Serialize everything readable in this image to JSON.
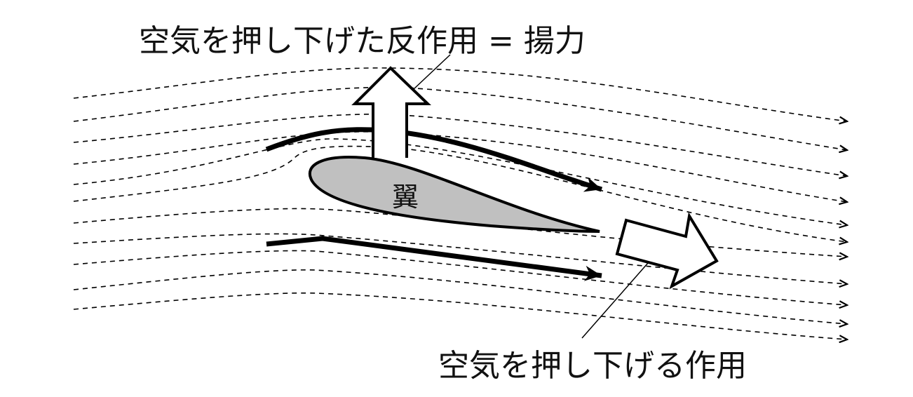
{
  "labels": {
    "lift": "空気を押し下げた反作用 = 揚力",
    "action": "空気を押し下げる作用",
    "wing": "翼"
  },
  "colors": {
    "wing_fill": "#c0c0c0",
    "stroke": "#000000"
  }
}
